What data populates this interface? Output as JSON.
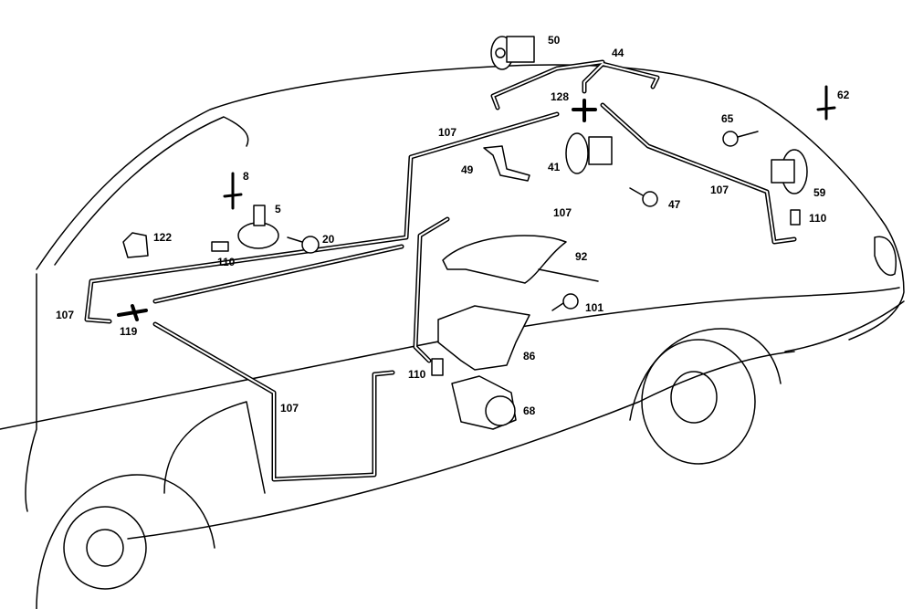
{
  "callouts": {
    "c50": "50",
    "c44": "44",
    "c128": "128",
    "c62": "62",
    "c65": "65",
    "c107a": "107",
    "c49": "49",
    "c41": "41",
    "c47": "47",
    "c107b": "107",
    "c59": "59",
    "c107c": "107",
    "c110a": "110",
    "c8": "8",
    "c5": "5",
    "c20": "20",
    "c122": "122",
    "c110b": "110",
    "c92": "92",
    "c107d": "107",
    "c101": "101",
    "c119": "119",
    "c86": "86",
    "c110c": "110",
    "c107e": "107",
    "c68": "68"
  }
}
